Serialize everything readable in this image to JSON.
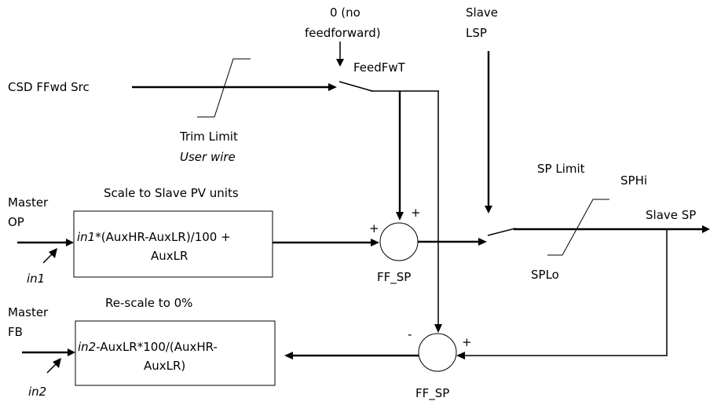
{
  "inputs": {
    "ffwd_top_line1": "0 (no",
    "ffwd_top_line2": "feedforward)",
    "slave_lsp_line1": "Slave",
    "slave_lsp_line2": "LSP",
    "csd_ffwd_src": "CSD FFwd Src",
    "master_op_line1": "Master",
    "master_op_line2": "OP",
    "master_fb_line1": "Master",
    "master_fb_line2": "FB",
    "in1": "in1",
    "in2": "in2"
  },
  "switches": {
    "feedfwt": "FeedFwT",
    "sp_limit": "SP Limit",
    "sphi": "SPHi",
    "splo": "SPLo"
  },
  "trim": {
    "label": "Trim Limit",
    "sub": "User wire"
  },
  "blocks": {
    "scale_title": "Scale to Slave PV units",
    "scale_line1_var": "in1",
    "scale_line1_rest": "*(AuxHR-AuxLR)/100 +",
    "scale_line2": "AuxLR",
    "rescale_title": "Re-scale to 0%",
    "rescale_line1_var": "in2",
    "rescale_line1_rest": "-AuxLR*100/(AuxHR-",
    "rescale_line2": "AuxLR)"
  },
  "summers": {
    "top_label": "FF_SP",
    "top_plus_left": "+",
    "top_plus_top": "+",
    "bottom_label": "FF_SP",
    "bottom_minus": "-",
    "bottom_plus": "+"
  },
  "output": {
    "slave_sp": "Slave SP"
  }
}
